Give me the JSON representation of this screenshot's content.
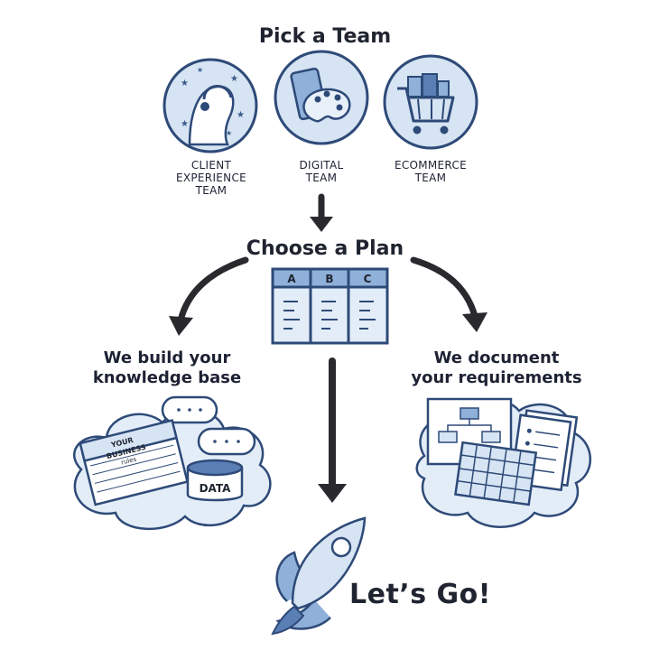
{
  "titles": {
    "pick_team": "Pick a Team",
    "choose_plan": "Choose a Plan",
    "lets_go": "Let’s Go!"
  },
  "teams": [
    {
      "line1": "CLIENT",
      "line2": "EXPERIENCE",
      "line3": "TEAM",
      "icon": "headset-person-icon"
    },
    {
      "line1": "DIGITAL",
      "line2": "TEAM",
      "line3": "",
      "icon": "palette-phone-icon"
    },
    {
      "line1": "ECOMMERCE",
      "line2": "TEAM",
      "line3": "",
      "icon": "shopping-cart-icon"
    }
  ],
  "plan_table": {
    "columns": [
      "A",
      "B",
      "C"
    ]
  },
  "left_branch": {
    "line1": "We build your",
    "line2": "knowledge base",
    "book_text": [
      "YOUR",
      "BUSINESS",
      "rules"
    ],
    "data_label": "DATA"
  },
  "right_branch": {
    "line1": "We document",
    "line2": "your requirements"
  },
  "colors": {
    "ink": "#1f2430",
    "blue_dark": "#3a5a8c",
    "blue_mid": "#8fb0d8",
    "blue_light": "#d6e4f3",
    "cloud": "#e3edf8",
    "arrow": "#2a2a2e"
  }
}
